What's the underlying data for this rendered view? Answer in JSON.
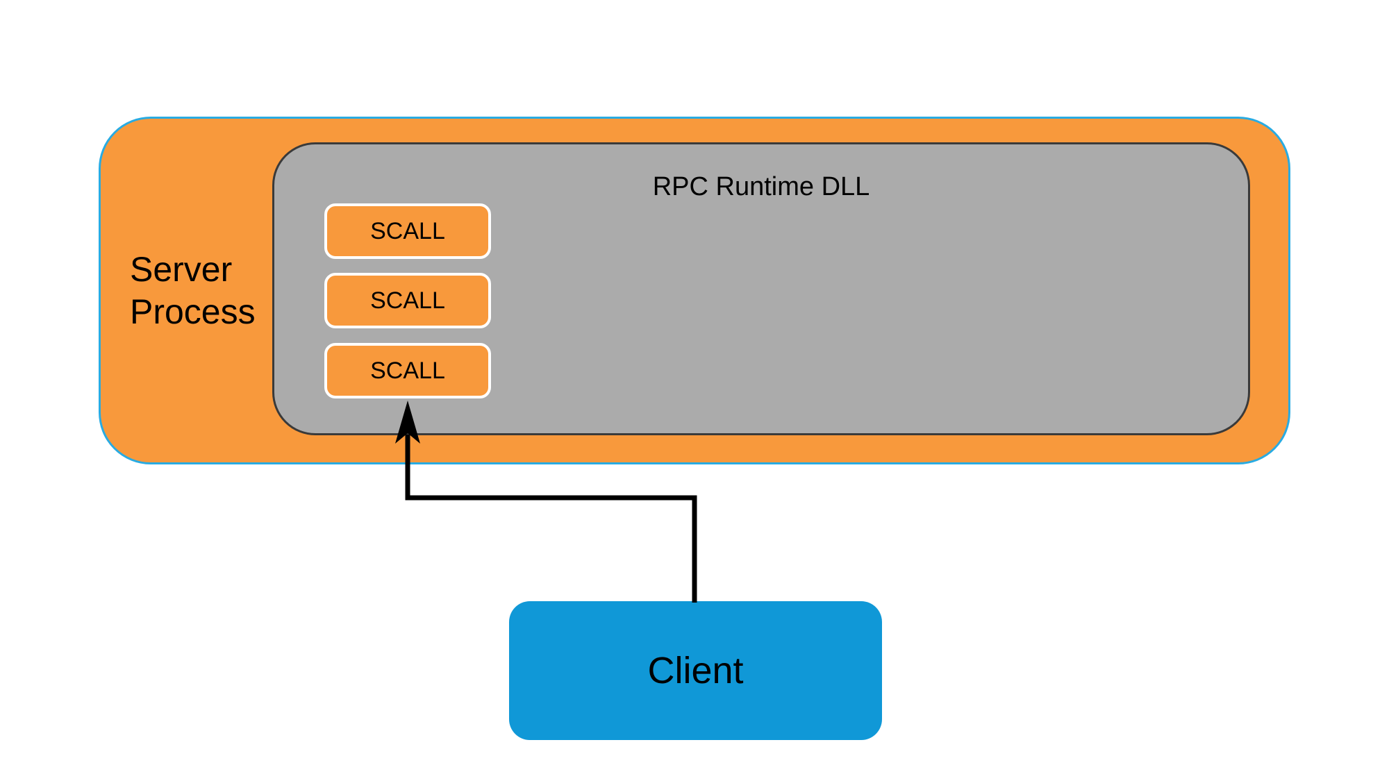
{
  "diagram": {
    "server_box": {
      "label": "Server Process"
    },
    "runtime_box": {
      "title": "RPC Runtime DLL"
    },
    "scall_boxes": [
      {
        "label": "SCALL"
      },
      {
        "label": "SCALL"
      },
      {
        "label": "SCALL"
      }
    ],
    "client_box": {
      "label": "Client"
    },
    "colors": {
      "server_fill": "#F8993C",
      "server_border": "#29ABE2",
      "runtime_fill": "#ABABAB",
      "runtime_border": "#3A3A3A",
      "scall_fill": "#F8993C",
      "scall_border": "#FFFFFF",
      "client_fill": "#1098D7",
      "arrow": "#000000",
      "text": "#000000"
    }
  }
}
